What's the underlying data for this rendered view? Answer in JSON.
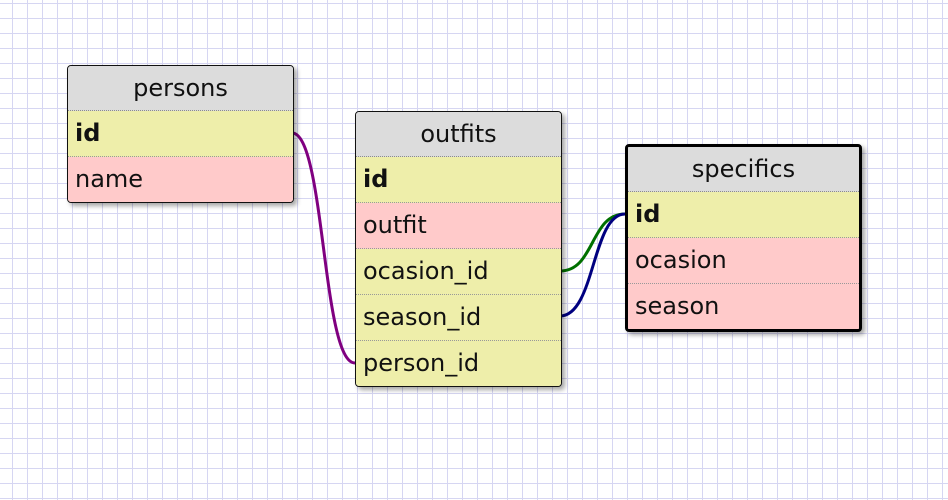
{
  "diagram": {
    "tables": [
      {
        "name": "persons",
        "fields": [
          {
            "name": "id",
            "kind": "pk"
          },
          {
            "name": "name",
            "kind": "plain"
          }
        ]
      },
      {
        "name": "outfits",
        "fields": [
          {
            "name": "id",
            "kind": "pk"
          },
          {
            "name": "outfit",
            "kind": "plain"
          },
          {
            "name": "ocasion_id",
            "kind": "fk"
          },
          {
            "name": "season_id",
            "kind": "fk"
          },
          {
            "name": "person_id",
            "kind": "fk"
          }
        ]
      },
      {
        "name": "specifics",
        "selected": true,
        "fields": [
          {
            "name": "id",
            "kind": "pk"
          },
          {
            "name": "ocasion",
            "kind": "plain"
          },
          {
            "name": "season",
            "kind": "plain"
          }
        ]
      }
    ],
    "relations": [
      {
        "from": "persons.id",
        "to": "outfits.person_id",
        "color": "#800080"
      },
      {
        "from": "specifics.id",
        "to": "outfits.ocasion_id",
        "color": "#007000"
      },
      {
        "from": "specifics.id",
        "to": "outfits.season_id",
        "color": "#000080"
      }
    ],
    "colors": {
      "header": "#dcdcdc",
      "key_field": "#eeeeaa",
      "plain_field": "#ffcaca",
      "grid_line": "#d6d6f2"
    }
  }
}
